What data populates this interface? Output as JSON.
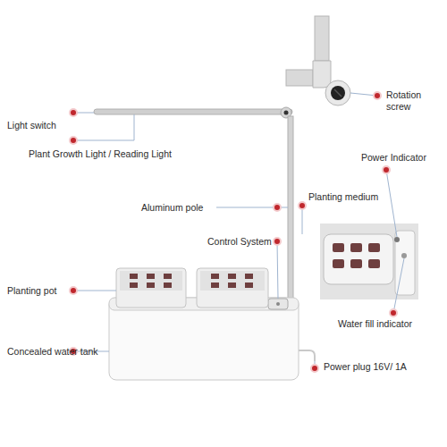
{
  "diagram": {
    "labels": [
      "Rotation screw",
      "Light switch",
      "Plant Growth Light / Reading Light",
      "Power Indicator",
      "Aluminum pole",
      "Planting medium",
      "Control System",
      "Planting pot",
      "Water fill indicator",
      "Concealed water tank",
      "Power plug 16V/ 1A"
    ]
  }
}
